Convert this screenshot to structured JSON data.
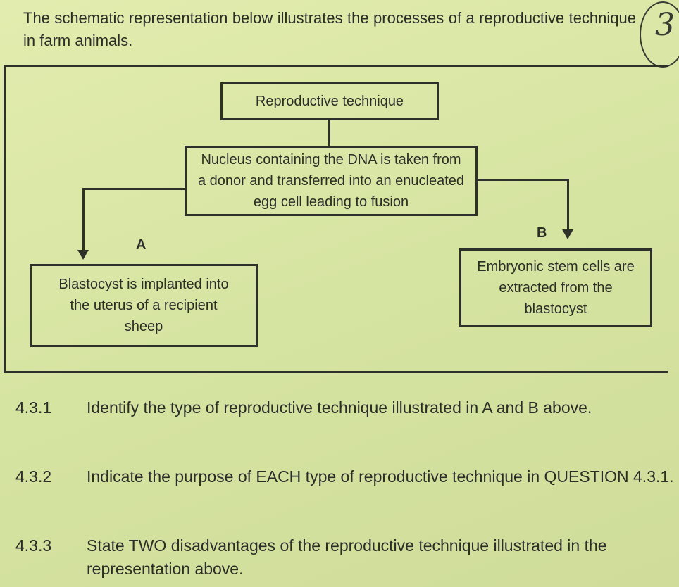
{
  "intro": "The schematic representation below illustrates the processes of a reproductive technique in farm animals.",
  "handwritten_mark": "3",
  "diagram": {
    "top_box": "Reproductive technique",
    "middle_box": "Nucleus containing the DNA is taken from a donor and transferred into an enucleated egg cell leading to fusion",
    "label_a": "A",
    "label_b": "B",
    "left_box": "Blastocyst is implanted into the uterus of a recipient sheep",
    "right_box": "Embryonic stem cells are extracted from the blastocyst"
  },
  "questions": [
    {
      "number": "4.3.1",
      "text": "Identify the type of reproductive technique illustrated in A and B above."
    },
    {
      "number": "4.3.2",
      "text": "Indicate the purpose of EACH type of reproductive technique in QUESTION 4.3.1."
    },
    {
      "number": "4.3.3",
      "text": "State TWO disadvantages of the reproductive technique illustrated in the representation above."
    }
  ]
}
